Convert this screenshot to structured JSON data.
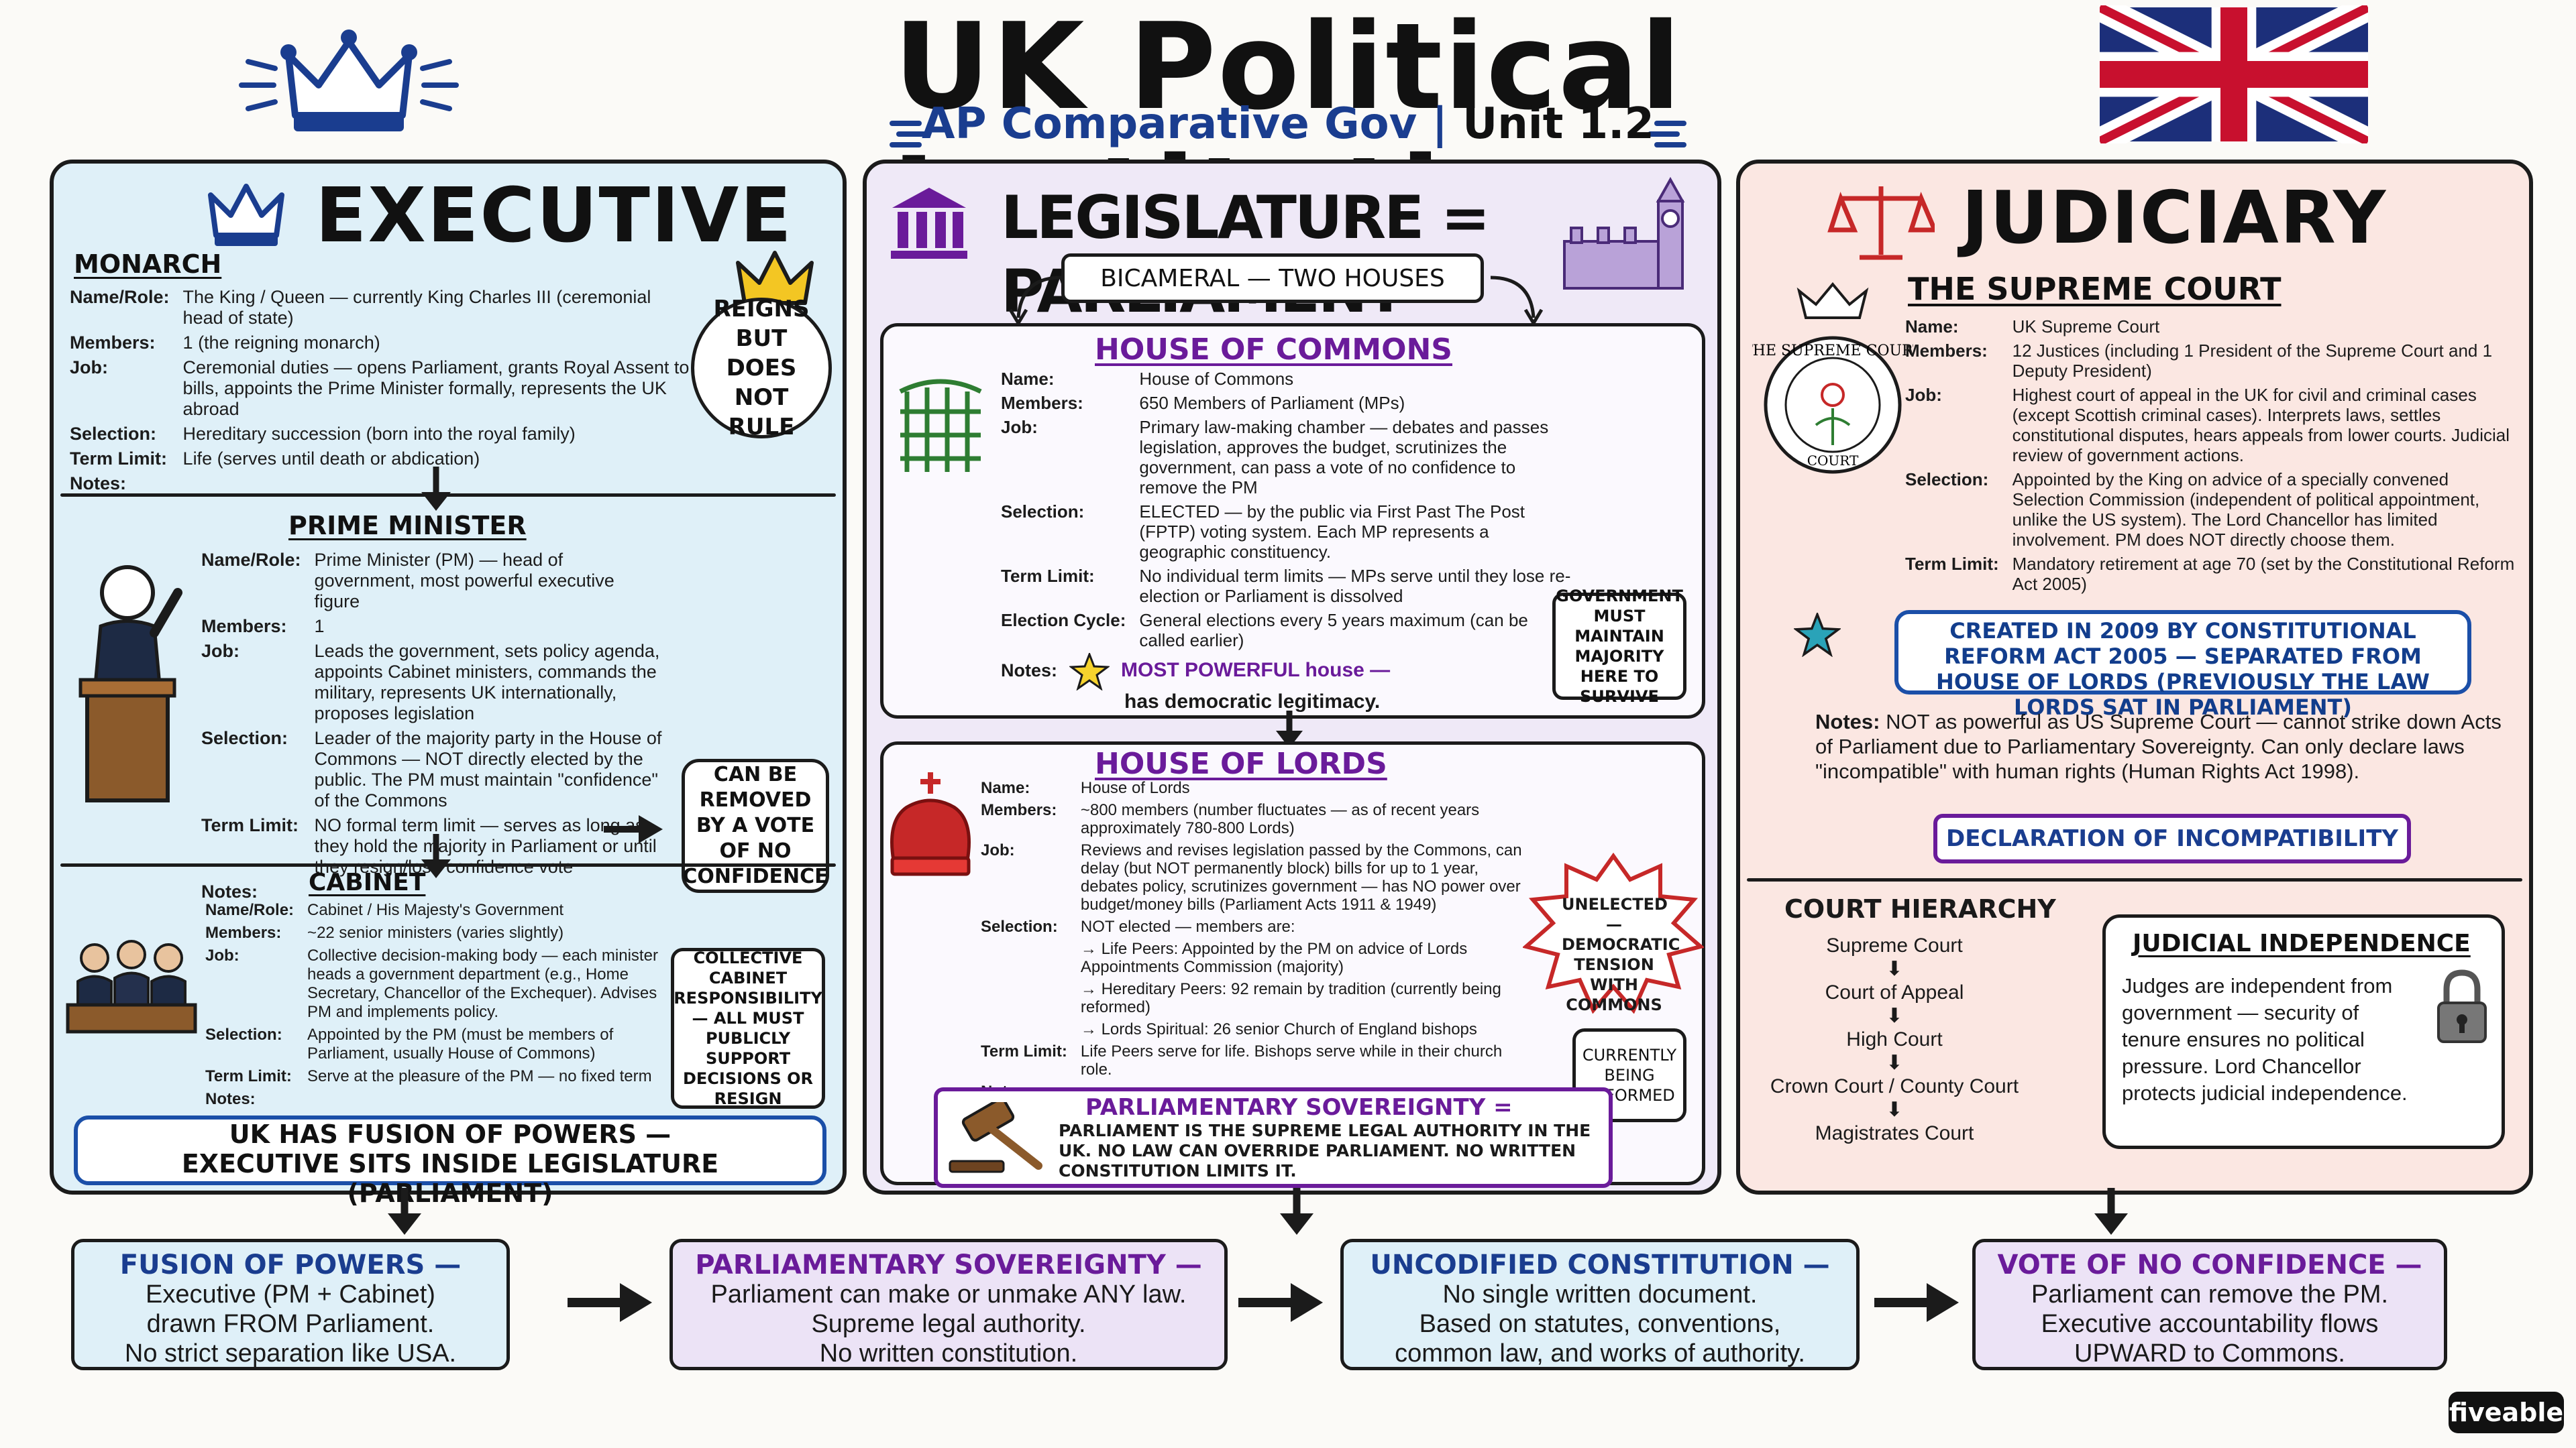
{
  "header": {
    "title": "UK Political Institutions",
    "subtitle": "AP Comparative Gov",
    "unit": "Unit 1.2",
    "separator": "|"
  },
  "executive": {
    "heading": "EXECUTIVE",
    "monarch": {
      "title": "MONARCH",
      "rows": [
        {
          "k": "Name/Role:",
          "v": "The King / Queen — currently King Charles III (ceremonial head of state)"
        },
        {
          "k": "Members:",
          "v": "1 (the reigning monarch)"
        },
        {
          "k": "Job:",
          "v": "Ceremonial duties — opens Parliament, grants Royal Assent to bills, appoints the Prime Minister formally, represents the UK abroad"
        },
        {
          "k": "Selection:",
          "v": "Hereditary succession (born into the royal family)"
        },
        {
          "k": "Term Limit:",
          "v": "Life (serves until death or abdication)"
        },
        {
          "k": "Notes:",
          "v": ""
        }
      ],
      "bubble": "REIGNS BUT DOES NOT RULE"
    },
    "pm": {
      "title": "PRIME MINISTER",
      "rows": [
        {
          "k": "Name/Role:",
          "v": "Prime Minister (PM) — head of government, most powerful executive figure"
        },
        {
          "k": "Members:",
          "v": "1"
        },
        {
          "k": "Job:",
          "v": "Leads the government, sets policy agenda, appoints Cabinet ministers, commands the military, represents UK internationally, proposes legislation"
        },
        {
          "k": "Selection:",
          "v": "Leader of the majority party in the House of Commons — NOT directly elected by the public. The PM must maintain \"confidence\" of the Commons"
        },
        {
          "k": "Term Limit:",
          "v": "NO formal term limit — serves as long as they hold the majority in Parliament or until they resign/lose confidence vote"
        },
        {
          "k": "Notes:",
          "v": ""
        }
      ],
      "bubble": "CAN BE REMOVED BY A VOTE OF NO CONFIDENCE"
    },
    "cabinet": {
      "title": "CABINET",
      "rows": [
        {
          "k": "Name/Role:",
          "v": "Cabinet / His Majesty's Government"
        },
        {
          "k": "Members:",
          "v": "~22 senior ministers (varies slightly)"
        },
        {
          "k": "Job:",
          "v": "Collective decision-making body — each minister heads a government department (e.g., Home Secretary, Chancellor of the Exchequer). Advises PM and implements policy."
        },
        {
          "k": "Selection:",
          "v": "Appointed by the PM (must be members of Parliament, usually House of Commons)"
        },
        {
          "k": "Term Limit:",
          "v": "Serve at the pleasure of the PM — no fixed term"
        },
        {
          "k": "Notes:",
          "v": ""
        }
      ],
      "bubble": "COLLECTIVE CABINET RESPONSIBILITY — ALL MUST PUBLICLY SUPPORT DECISIONS OR RESIGN"
    },
    "fusion_line1": "UK HAS FUSION OF POWERS —",
    "fusion_line2": "EXECUTIVE SITS INSIDE LEGISLATURE (PARLIAMENT)"
  },
  "legislature": {
    "heading": "LEGISLATURE = PARLIAMENT",
    "bicameral": "BICAMERAL — TWO HOUSES",
    "commons": {
      "title": "HOUSE OF COMMONS",
      "rows": [
        {
          "k": "Name:",
          "v": "House of Commons"
        },
        {
          "k": "Members:",
          "v": "650 Members of Parliament (MPs)"
        },
        {
          "k": "Job:",
          "v": "Primary law-making chamber — debates and passes legislation, approves the budget, scrutinizes the government, can pass a vote of no confidence to remove the PM"
        },
        {
          "k": "Selection:",
          "v": "ELECTED — by the public via First Past The Post (FPTP) voting system. Each MP represents a geographic constituency."
        },
        {
          "k": "Term Limit:",
          "v": "No individual term limits — MPs serve until they lose re-election or Parliament is dissolved"
        },
        {
          "k": "Election Cycle:",
          "v": "General elections every 5 years maximum (can be called earlier)"
        }
      ],
      "notes_label": "Notes:",
      "notes_highlight": "MOST POWERFUL house —",
      "notes_rest": "has democratic legitimacy.",
      "bubble": "GOVERNMENT MUST MAINTAIN MAJORITY HERE TO SURVIVE"
    },
    "lords": {
      "title": "HOUSE OF LORDS",
      "rows": [
        {
          "k": "Name:",
          "v": "House of Lords"
        },
        {
          "k": "Members:",
          "v": "~800 members (number fluctuates — as of recent years approximately 780-800 Lords)"
        },
        {
          "k": "Job:",
          "v": "Reviews and revises legislation passed by the Commons, can delay (but NOT permanently block) bills for up to 1 year, debates policy, scrutinizes government — has NO power over budget/money bills (Parliament Acts 1911 & 1949)"
        },
        {
          "k": "Selection:",
          "v": "NOT elected — members are:"
        },
        {
          "k": "",
          "v": "→ Life Peers: Appointed by the PM on advice of Lords Appointments Commission (majority)"
        },
        {
          "k": "",
          "v": "→ Hereditary Peers: 92 remain by tradition (currently being reformed)"
        },
        {
          "k": "",
          "v": "→ Lords Spiritual: 26 senior Church of England bishops"
        },
        {
          "k": "Term Limit:",
          "v": "Life Peers serve for life. Bishops serve while in their church role."
        },
        {
          "k": "Notes:",
          "v": ""
        }
      ],
      "starburst": "UNELECTED — DEMOCRATIC TENSION WITH COMMONS",
      "bubble": "CURRENTLY BEING REFORMED"
    },
    "sovereignty": {
      "title": "PARLIAMENTARY SOVEREIGNTY =",
      "text": "PARLIAMENT IS THE SUPREME LEGAL AUTHORITY IN THE UK. NO LAW CAN OVERRIDE PARLIAMENT. NO WRITTEN CONSTITUTION LIMITS IT."
    }
  },
  "judiciary": {
    "heading": "JUDICIARY",
    "court": {
      "title": "THE SUPREME COURT",
      "rows": [
        {
          "k": "Name:",
          "v": "UK Supreme Court"
        },
        {
          "k": "Members:",
          "v": "12 Justices (including 1 President of the Supreme Court and 1 Deputy President)"
        },
        {
          "k": "Job:",
          "v": "Highest court of appeal in the UK for civil and criminal cases (except Scottish criminal cases). Interprets laws, settles constitutional disputes, hears appeals from lower courts. Judicial review of government actions."
        },
        {
          "k": "Selection:",
          "v": "Appointed by the King on advice of a specially convened Selection Commission (independent of political appointment, unlike the US system). The Lord Chancellor has limited involvement. PM does NOT directly choose them."
        },
        {
          "k": "Term Limit:",
          "v": "Mandatory retirement at age 70 (set by the Constitutional Reform Act 2005)"
        }
      ],
      "seal_top": "THE SUPREME COURT",
      "seal_bottom": "COURT"
    },
    "created": "CREATED IN 2009 BY CONSTITUTIONAL REFORM ACT 2005 — SEPARATED FROM HOUSE OF LORDS (PREVIOUSLY THE LAW LORDS SAT IN PARLIAMENT)",
    "notes_label": "Notes:",
    "notes": "NOT as powerful as US Supreme Court — cannot strike down Acts of Parliament due to Parliamentary Sovereignty. Can only declare laws \"incompatible\" with human rights (Human Rights Act 1998).",
    "declaration": "DECLARATION OF INCOMPATIBILITY",
    "hierarchy": {
      "title": "COURT HIERARCHY",
      "levels": [
        "Supreme Court",
        "Court of Appeal",
        "High Court",
        "Crown Court / County Court",
        "Magistrates Court"
      ]
    },
    "independence": {
      "title": "JUDICIAL INDEPENDENCE",
      "text": "Judges are independent from government — security of tenure ensures no political pressure. Lord Chancellor protects judicial independence."
    }
  },
  "bottom": [
    {
      "title": "FUSION OF POWERS —",
      "lines": [
        "Executive (PM + Cabinet)",
        "drawn FROM Parliament.",
        "No strict separation like USA."
      ],
      "color": "#dff0f8",
      "title_color": "#1a3d8f"
    },
    {
      "title": "PARLIAMENTARY SOVEREIGNTY —",
      "lines": [
        "Parliament can make or unmake ANY law.",
        "Supreme legal authority.",
        "No written constitution."
      ],
      "color": "#ece3f6",
      "title_color": "#6a1b9a"
    },
    {
      "title": "UNCODIFIED CONSTITUTION —",
      "lines": [
        "No single written document.",
        "Based on statutes, conventions,",
        "common law, and works of authority."
      ],
      "color": "#dff0f8",
      "title_color": "#1a3d8f"
    },
    {
      "title": "VOTE OF NO CONFIDENCE —",
      "lines": [
        "Parliament can remove the PM.",
        "Executive accountability flows",
        "UPWARD to Commons."
      ],
      "color": "#ece3f6",
      "title_color": "#6a1b9a"
    }
  ],
  "brand": "fiveable",
  "colors": {
    "exec_bg": "#dff0f8",
    "leg_bg": "#efe9f7",
    "jud_bg": "#fbe7e2",
    "blue": "#1a3d8f",
    "purple": "#6a1b9a",
    "red": "#c62828"
  },
  "icons": [
    "crown-icon",
    "uk-flag-icon",
    "pillars-icon",
    "big-ben-icon",
    "portcullis-icon",
    "royal-crown-icon",
    "gavel-icon",
    "scales-icon",
    "seal-icon",
    "padlock-icon",
    "star-icon"
  ]
}
